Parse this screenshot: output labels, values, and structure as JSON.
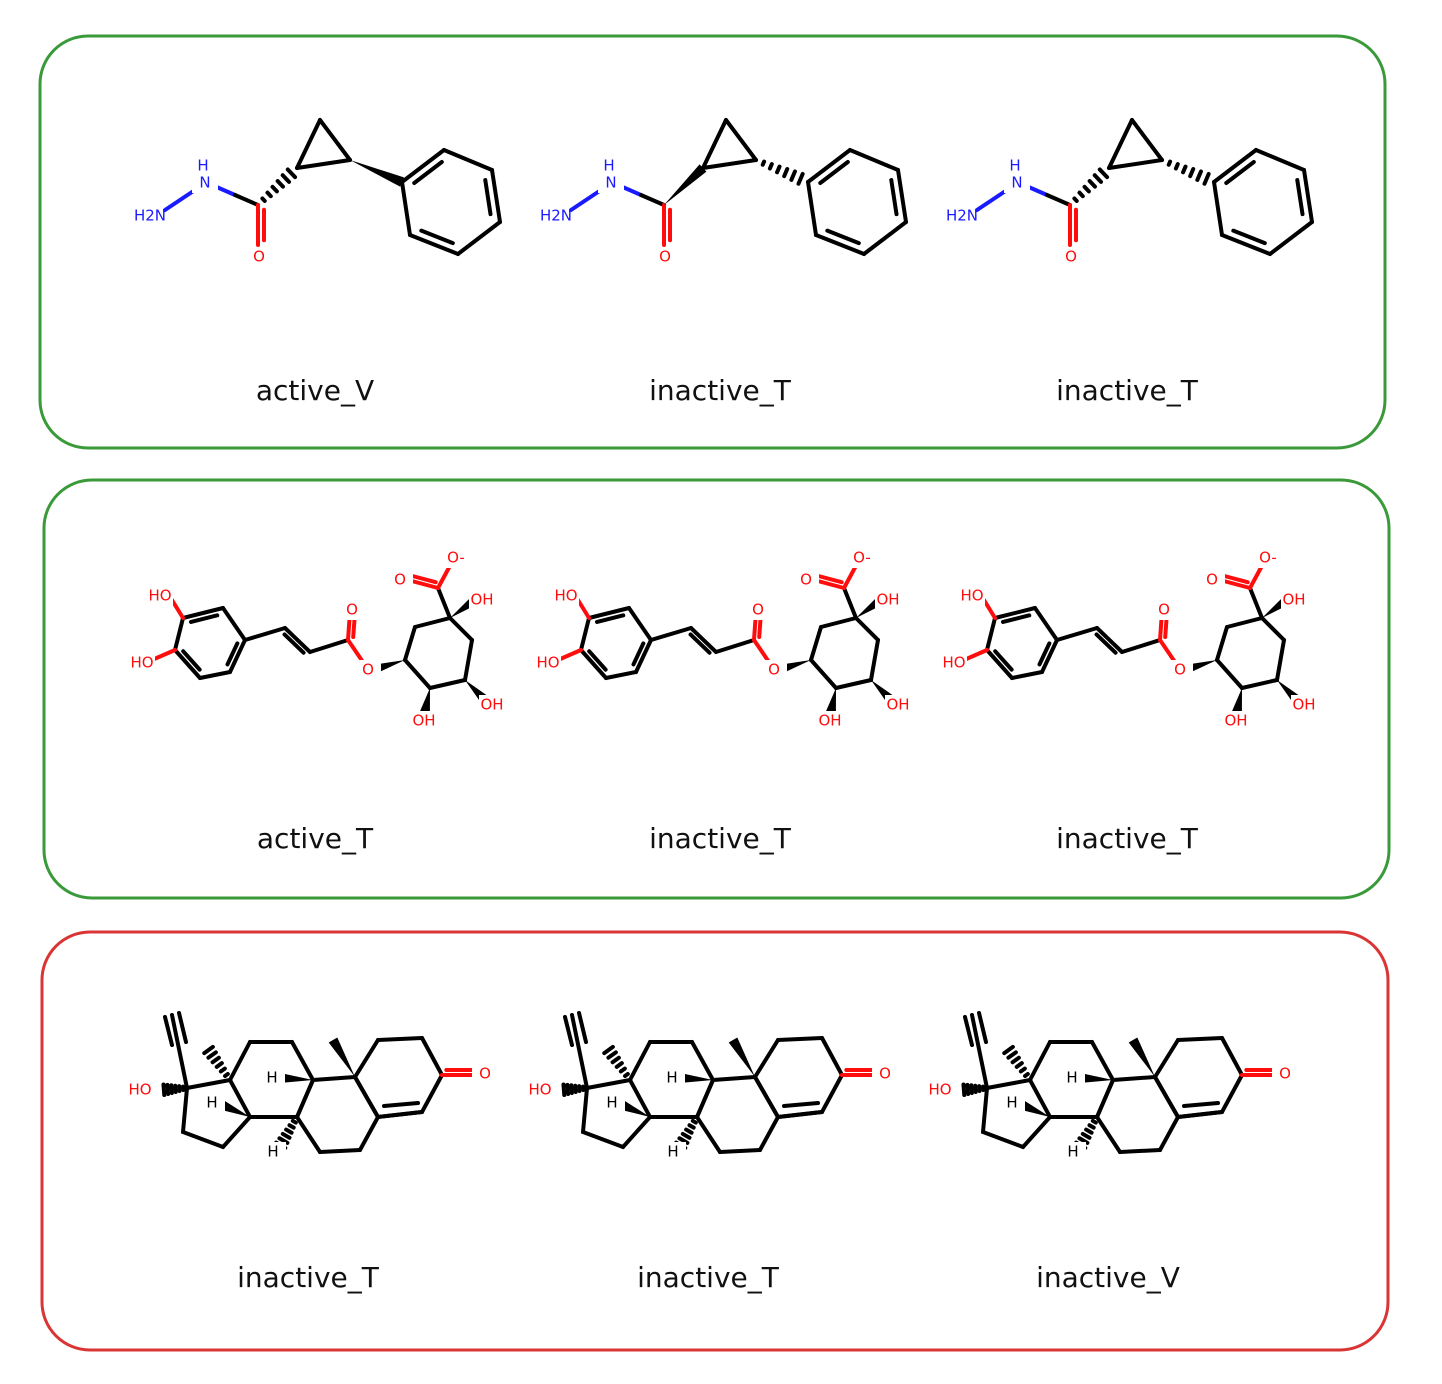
{
  "colors": {
    "pass_border": "#3a9a3a",
    "fail_border": "#d93535",
    "nitrogen": "#1a1aff",
    "oxygen": "#ff0d0d",
    "bond": "#000000"
  },
  "rows": [
    {
      "status": "pass",
      "atoms": {
        "h2n": "H2N",
        "nh_h": "H",
        "nh_n": "N",
        "o": "O"
      },
      "molecules": [
        {
          "label": "active_V"
        },
        {
          "label": "inactive_T"
        },
        {
          "label": "inactive_T"
        }
      ]
    },
    {
      "status": "pass",
      "atoms": {
        "ho": "HO",
        "oh": "OH",
        "o": "O",
        "o_minus": "O-"
      },
      "molecules": [
        {
          "label": "active_T"
        },
        {
          "label": "inactive_T"
        },
        {
          "label": "inactive_T"
        }
      ]
    },
    {
      "status": "fail",
      "atoms": {
        "ho": "HO",
        "h": "H",
        "o": "O"
      },
      "molecules": [
        {
          "label": "inactive_T"
        },
        {
          "label": "inactive_T"
        },
        {
          "label": "inactive_V"
        }
      ]
    }
  ]
}
